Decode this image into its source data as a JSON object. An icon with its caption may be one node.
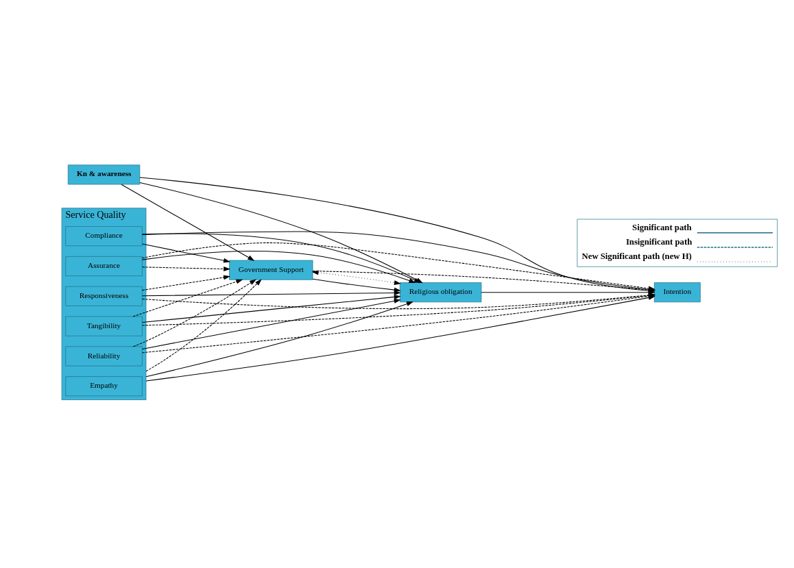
{
  "diagram": {
    "nodes": [
      {
        "text": [
          "Kn & awareness"
        ]
      },
      {
        "text": [
          "Service Quality"
        ]
      },
      {
        "text": [
          "Compliance"
        ],
        "in": 1
      },
      {
        "text": [
          "Assurance"
        ],
        "in": 1
      },
      {
        "text": [
          "Reliability"
        ],
        "in": 1
      },
      {
        "text": [
          "Tangibility"
        ],
        "in": 1
      },
      {
        "text": [
          "Empathy"
        ],
        "in": 1
      },
      {
        "text": [
          "Responsiveness"
        ],
        "in": 1
      },
      {
        "text": [
          "Government Support"
        ]
      },
      {
        "text": [
          "Religious obligation"
        ]
      },
      {
        "text": [
          "Intention"
        ]
      }
    ],
    "edges": [
      {
        "from": 0,
        "to": 8,
        "arrow": "to"
      },
      {
        "from": 0,
        "to": 10,
        "arrow": "to"
      },
      {
        "from": 0,
        "to": 9,
        "arrow": "to"
      },
      {
        "from": 1,
        "to": 8,
        "arrow": "to",
        "style": "dashed"
      },
      {
        "from": 1,
        "to": 10,
        "arrow": "to"
      },
      {
        "from": 1,
        "to": 9,
        "arrow": "to"
      },
      {
        "from": 2,
        "to": 8,
        "arrow": "to"
      },
      {
        "from": 2,
        "to": 10,
        "arrow": "to"
      },
      {
        "from": 2,
        "to": 9,
        "arrow": "to"
      },
      {
        "from": 3,
        "to": 8,
        "arrow": "to",
        "style": "dashed"
      },
      {
        "from": 3,
        "to": 10,
        "arrow": "to",
        "style": "dashed"
      },
      {
        "from": 3,
        "to": 9,
        "arrow": "to"
      },
      {
        "from": 4,
        "to": 8,
        "arrow": "to",
        "style": "dashed"
      },
      {
        "from": 4,
        "to": 10,
        "arrow": "to",
        "style": "dashed"
      },
      {
        "from": 4,
        "to": 9,
        "arrow": "to"
      },
      {
        "from": 5,
        "to": 8,
        "arrow": "to",
        "style": "dashed"
      },
      {
        "from": 5,
        "to": 10,
        "arrow": "to",
        "style": "dashed"
      },
      {
        "from": 5,
        "to": 9,
        "arrow": "to"
      },
      {
        "from": 7,
        "to": 8,
        "arrow": "to",
        "style": "dashed"
      },
      {
        "from": 7,
        "to": 10,
        "arrow": "to",
        "style": "dashed"
      },
      {
        "from": 7,
        "to": 9,
        "arrow": "to"
      },
      {
        "from": 8,
        "to": 9,
        "arrow": "to"
      },
      {
        "from": 8,
        "to": 9,
        "arrow": "both",
        "style": "dashed"
      },
      {
        "from": 8,
        "to": 10,
        "arrow": "to",
        "style": "dashed"
      },
      {
        "from": 9,
        "to": 10,
        "arrow": "to"
      }
    ],
    "legend": [
      {
        "text": "Significant path"
      },
      {
        "text": "Insignificant path"
      },
      {
        "text": "New Significant path (new H)"
      }
    ]
  }
}
